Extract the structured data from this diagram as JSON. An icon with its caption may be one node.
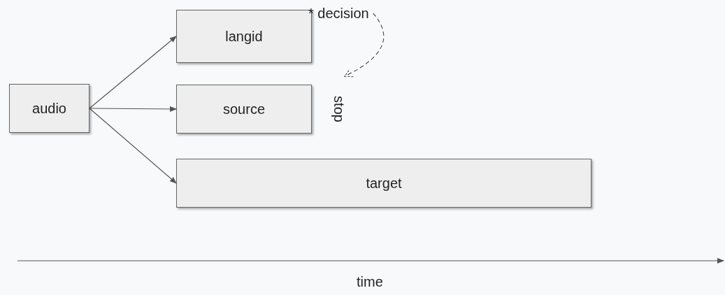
{
  "diagram": {
    "nodes": [
      {
        "text": [
          "audio"
        ]
      },
      {
        "text": [
          "langid"
        ]
      },
      {
        "text": [
          "source"
        ]
      },
      {
        "text": [
          "target"
        ]
      },
      {
        "text": [
          "* decision"
        ]
      },
      {
        "text": [
          "stop"
        ]
      }
    ],
    "edges": [
      {
        "from": 0,
        "to": 1,
        "arrow": "to"
      },
      {
        "from": 0,
        "to": 2,
        "arrow": "to"
      },
      {
        "from": 0,
        "to": 3,
        "arrow": "to"
      },
      {
        "from": 4,
        "to": 5,
        "arrow": "to",
        "style": "dashed"
      }
    ],
    "labels": [
      "time"
    ]
  }
}
